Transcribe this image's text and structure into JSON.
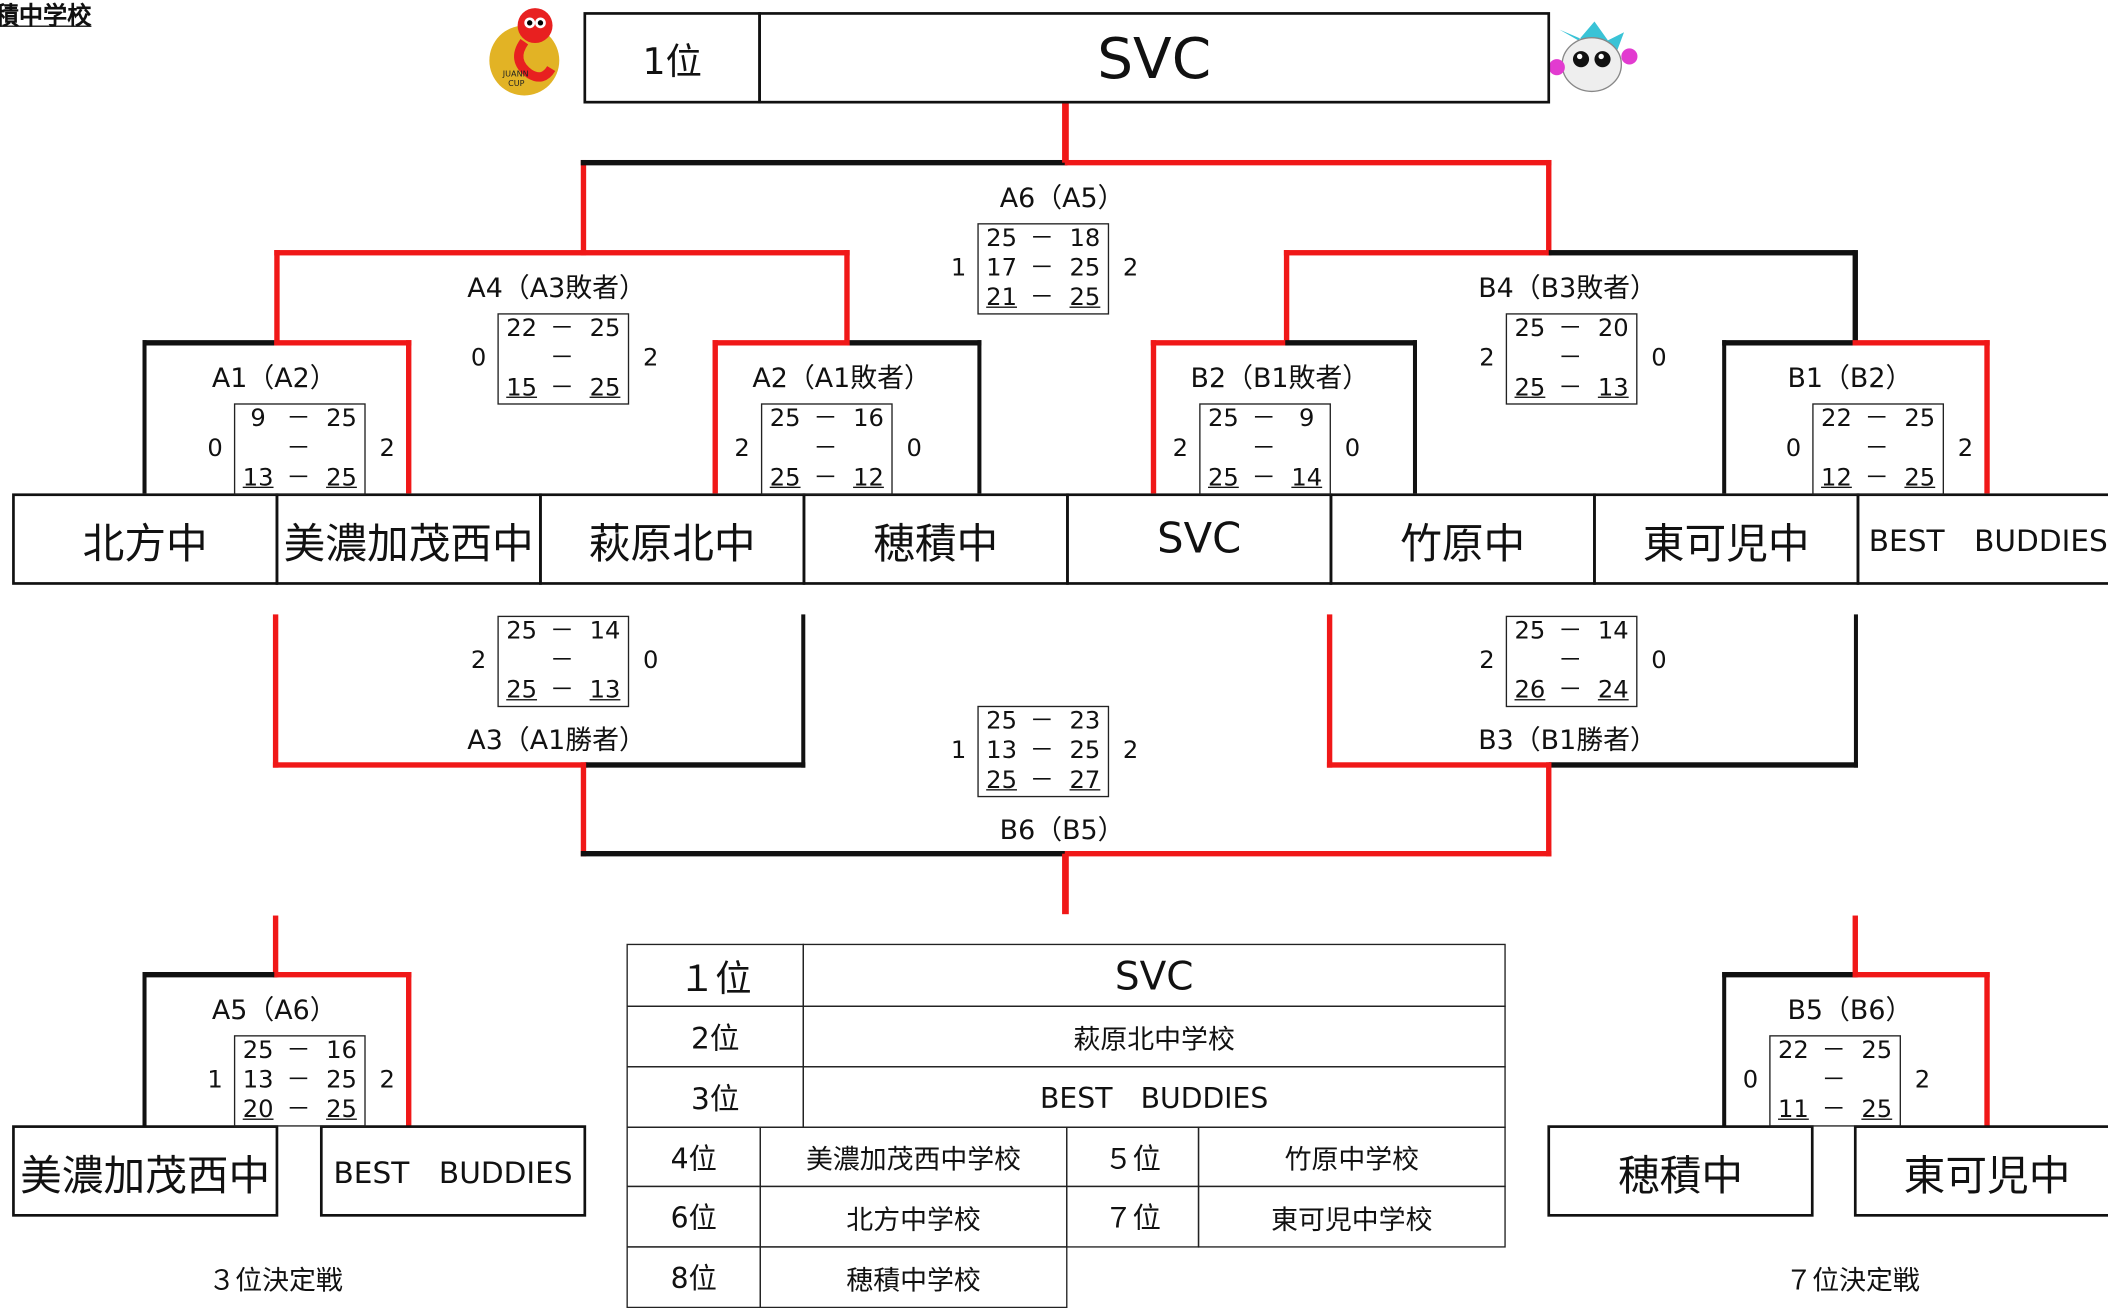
{
  "school": "穂積中学校",
  "champion": {
    "rank": "1位",
    "name": "SVC"
  },
  "logos": {
    "left_text": "JUANN CUP"
  },
  "main_teams": [
    "北方中",
    "美濃加茂西中",
    "萩原北中",
    "穂積中",
    "SVC",
    "竹原中",
    "東可児中",
    "BEST　BUDDIES"
  ],
  "matches": {
    "A1": {
      "label": "A1（A2）",
      "sets": [
        [
          "9",
          "25"
        ],
        [
          "",
          ""
        ],
        [
          "13",
          "25"
        ]
      ],
      "left": "0",
      "right": "2"
    },
    "A2": {
      "label": "A2（A1敗者）",
      "sets": [
        [
          "25",
          "16"
        ],
        [
          "",
          ""
        ],
        [
          "25",
          "12"
        ]
      ],
      "left": "2",
      "right": "0"
    },
    "A4": {
      "label": "A4（A3敗者）",
      "sets": [
        [
          "22",
          "25"
        ],
        [
          "",
          ""
        ],
        [
          "15",
          "25"
        ]
      ],
      "left": "0",
      "right": "2"
    },
    "A6": {
      "label": "A6（A5）",
      "sets": [
        [
          "25",
          "18"
        ],
        [
          "17",
          "25"
        ],
        [
          "21",
          "25"
        ]
      ],
      "left": "1",
      "right": "2"
    },
    "B4": {
      "label": "B4（B3敗者）",
      "sets": [
        [
          "25",
          "20"
        ],
        [
          "",
          ""
        ],
        [
          "25",
          "13"
        ]
      ],
      "left": "2",
      "right": "0"
    },
    "B2": {
      "label": "B2（B1敗者）",
      "sets": [
        [
          "25",
          "9"
        ],
        [
          "",
          ""
        ],
        [
          "25",
          "14"
        ]
      ],
      "left": "2",
      "right": "0"
    },
    "B1": {
      "label": "B1（B2）",
      "sets": [
        [
          "22",
          "25"
        ],
        [
          "",
          ""
        ],
        [
          "12",
          "25"
        ]
      ],
      "left": "0",
      "right": "2"
    },
    "A3": {
      "label": "A3（A1勝者）",
      "sets": [
        [
          "25",
          "14"
        ],
        [
          "",
          ""
        ],
        [
          "25",
          "13"
        ]
      ],
      "left": "2",
      "right": "0"
    },
    "B3": {
      "label": "B3（B1勝者）",
      "sets": [
        [
          "25",
          "14"
        ],
        [
          "",
          ""
        ],
        [
          "26",
          "24"
        ]
      ],
      "left": "2",
      "right": "0"
    },
    "B6": {
      "label": "B6（B5）",
      "sets": [
        [
          "25",
          "23"
        ],
        [
          "13",
          "25"
        ],
        [
          "25",
          "27"
        ]
      ],
      "left": "1",
      "right": "2"
    },
    "A5": {
      "label": "A5（A6）",
      "sets": [
        [
          "25",
          "16"
        ],
        [
          "13",
          "25"
        ],
        [
          "20",
          "25"
        ]
      ],
      "left": "1",
      "right": "2"
    },
    "B5": {
      "label": "B5（B6）",
      "sets": [
        [
          "22",
          "25"
        ],
        [
          "",
          ""
        ],
        [
          "11",
          "25"
        ]
      ],
      "left": "0",
      "right": "2"
    }
  },
  "third_place": {
    "teams": [
      "美濃加茂西中",
      "BEST　BUDDIES"
    ],
    "caption": "３位決定戦"
  },
  "seventh_place": {
    "teams": [
      "穂積中",
      "東可児中"
    ],
    "caption": "７位決定戦"
  },
  "standings": {
    "r1": {
      "rank": "１位",
      "team": "SVC"
    },
    "r2": {
      "rank": "2位",
      "team": "萩原北中学校"
    },
    "r3": {
      "rank": "3位",
      "team": "BEST　BUDDIES"
    },
    "r4": {
      "rank": "4位",
      "team": "美濃加茂西中学校"
    },
    "r5": {
      "rank": "５位",
      "team": "竹原中学校"
    },
    "r6": {
      "rank": "6位",
      "team": "北方中学校"
    },
    "r7": {
      "rank": "７位",
      "team": "東可児中学校"
    },
    "r8": {
      "rank": "8位",
      "team": "穂積中学校"
    }
  },
  "colors": {
    "winner_line": "#f01818",
    "line": "#111111"
  }
}
